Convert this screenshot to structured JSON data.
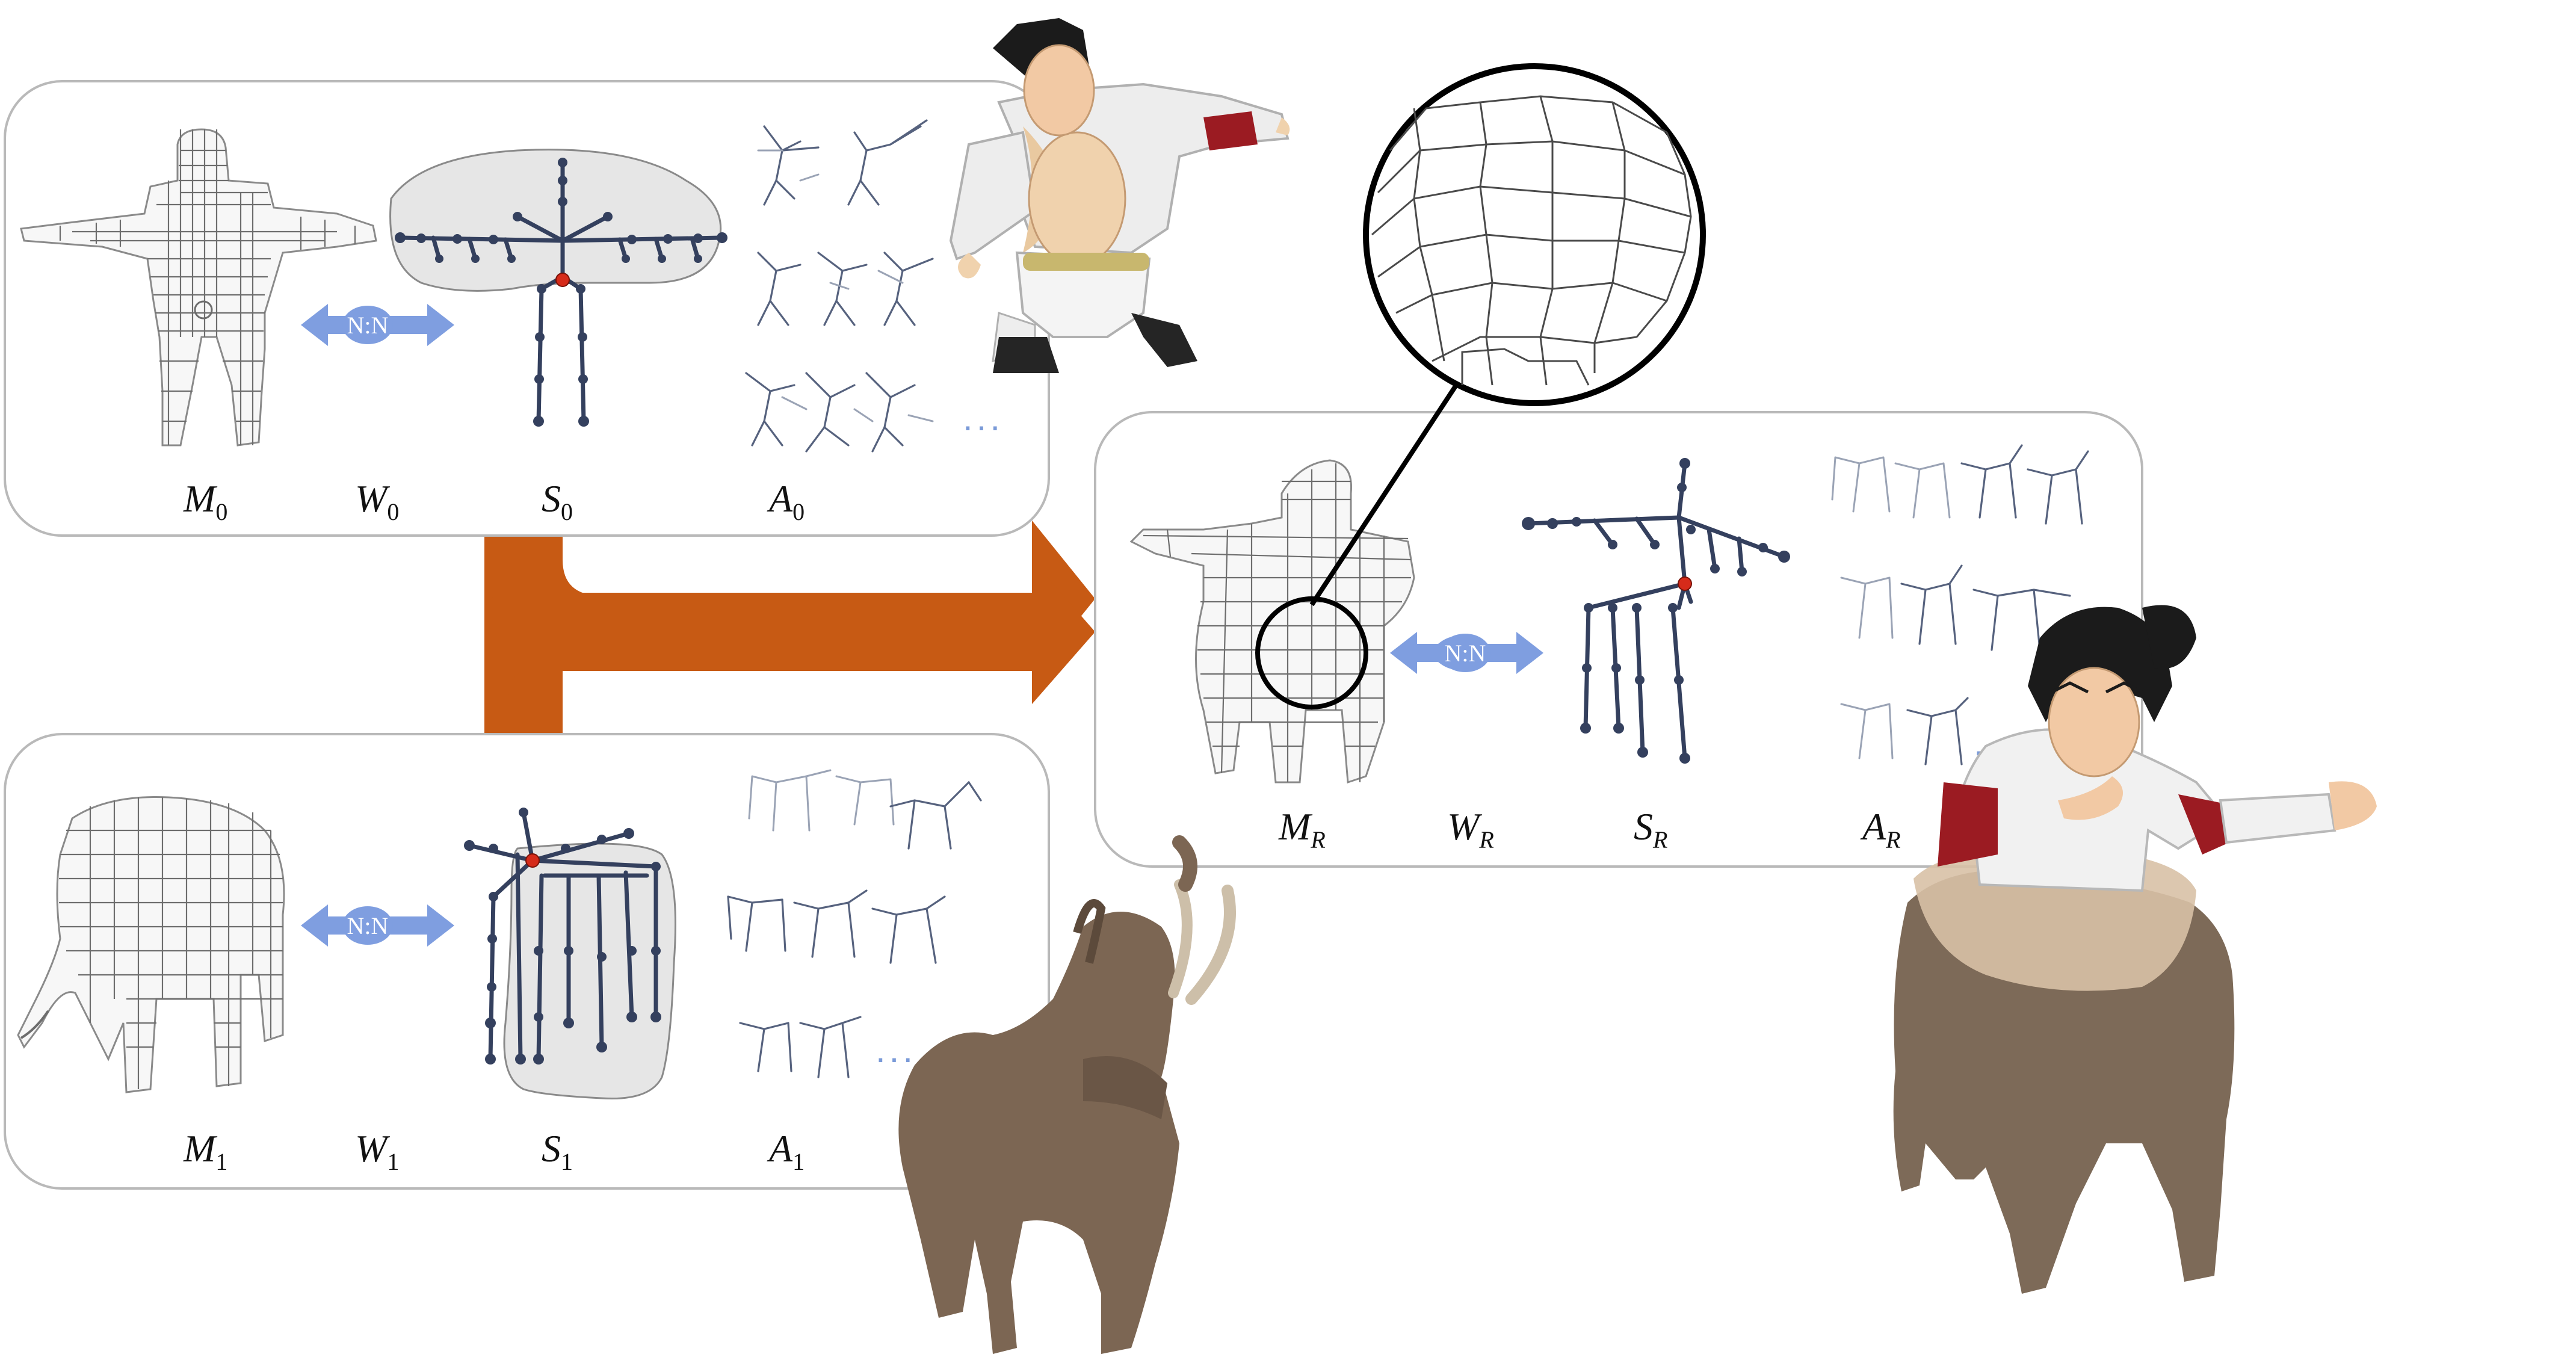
{
  "labels": {
    "source0": {
      "mesh": "M",
      "mesh_sub": "0",
      "weights": "W",
      "weights_sub": "0",
      "skeleton": "S",
      "skeleton_sub": "0",
      "animations": "A",
      "animations_sub": "0"
    },
    "source1": {
      "mesh": "M",
      "mesh_sub": "1",
      "weights": "W",
      "weights_sub": "1",
      "skeleton": "S",
      "skeleton_sub": "1",
      "animations": "A",
      "animations_sub": "1"
    },
    "result": {
      "mesh": "M",
      "mesh_sub": "R",
      "weights": "W",
      "weights_sub": "R",
      "skeleton": "S",
      "skeleton_sub": "R",
      "animations": "A",
      "animations_sub": "R"
    }
  },
  "mapping_label": "N:N",
  "more_indicator": "...",
  "colors": {
    "merge_arrow": "#c75a14",
    "mapping_arrow": "#7f9ee0",
    "skeleton": "#34405e",
    "root_joint": "#d62b1a",
    "panel_border": "#b9b9b9",
    "region_fill": "#e6e6e6"
  },
  "icons": {
    "merge_arrow": "merge-arrow-icon",
    "mapping": "double-arrow-icon",
    "zoom": "magnifier-circle-icon"
  }
}
